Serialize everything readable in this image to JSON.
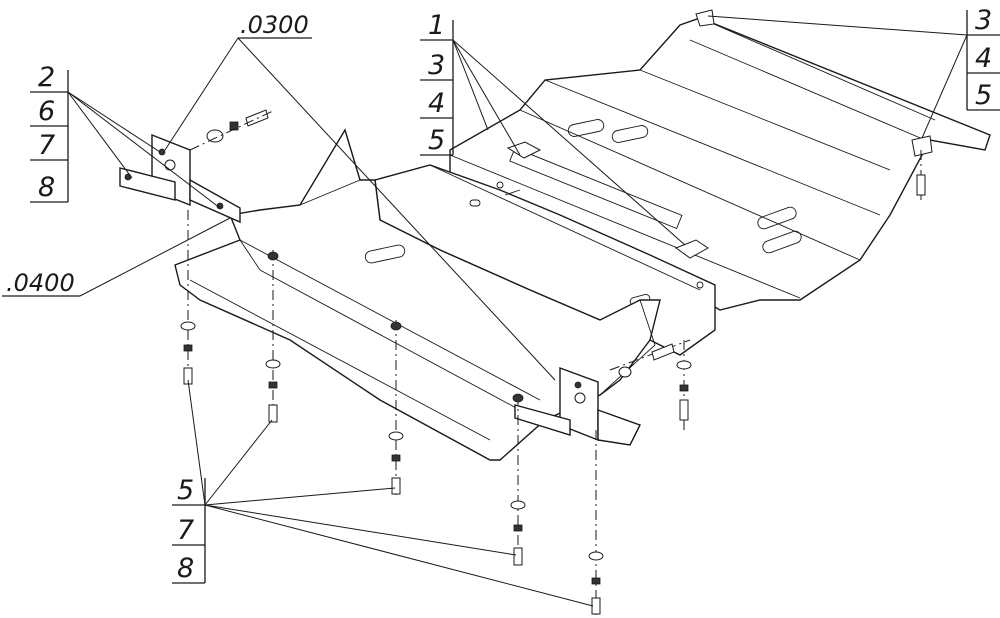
{
  "drawing": {
    "refs": {
      "part_0300": ".0300",
      "part_0400": ".0400"
    },
    "callout_groups": [
      {
        "id": "upper-left",
        "labels": [
          "2",
          "6",
          "7",
          "8"
        ]
      },
      {
        "id": "upper-center",
        "labels": [
          "1",
          "3",
          "4",
          "5"
        ]
      },
      {
        "id": "upper-right",
        "labels": [
          "3",
          "4",
          "5"
        ]
      },
      {
        "id": "lower-left",
        "labels": [
          "5",
          "7",
          "8"
        ]
      }
    ]
  }
}
